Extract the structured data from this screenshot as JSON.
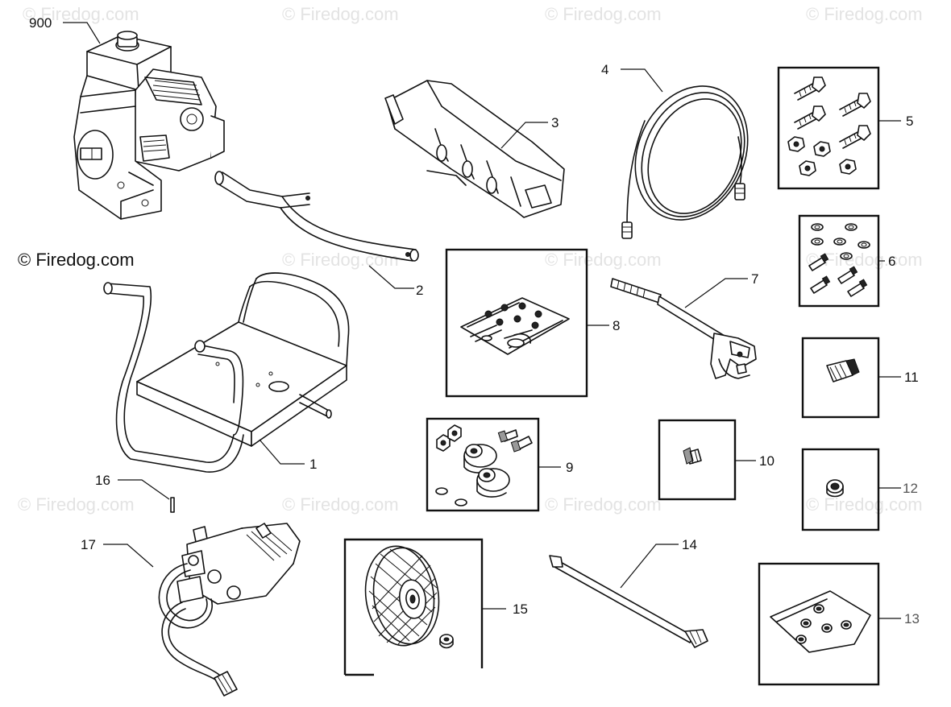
{
  "watermark_text": "© Firedog.com",
  "copyright_label": "© Firedog.com",
  "part_numbers": {
    "p900": "900",
    "p1": "1",
    "p2": "2",
    "p3": "3",
    "p4": "4",
    "p5": "5",
    "p6": "6",
    "p7": "7",
    "p8": "8",
    "p9": "9",
    "p10": "10",
    "p11": "11",
    "p12": "12",
    "p13": "13",
    "p14": "14",
    "p15": "15",
    "p16": "16",
    "p17": "17"
  }
}
